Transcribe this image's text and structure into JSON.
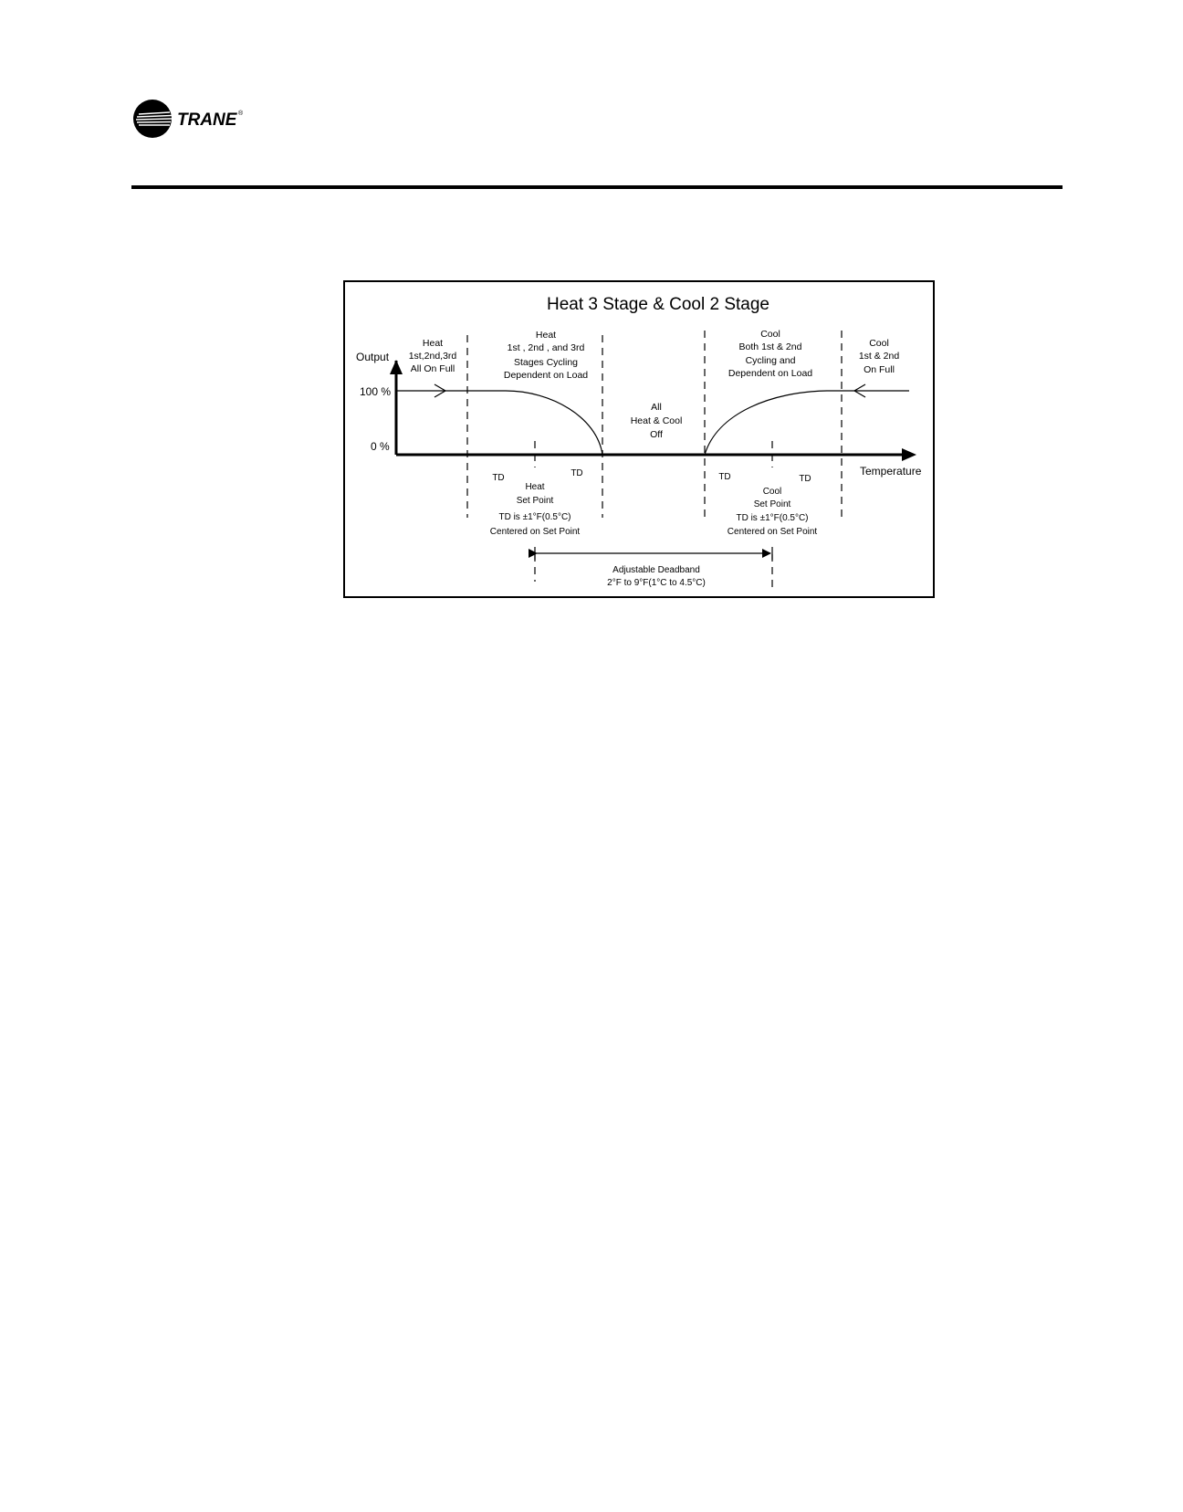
{
  "header": {
    "brand_name": "TRANE",
    "brand_mark": "®",
    "brand_color": "#000000"
  },
  "diagram": {
    "title": "Heat 3 Stage & Cool 2 Stage",
    "y_axis_label": "Output",
    "y_tick_100": "100 %",
    "y_tick_0": "0 %",
    "x_axis_label": "Temperature",
    "zone_heat_full": {
      "l1": "Heat",
      "l2": "1st,2nd,3rd",
      "l3": "All On Full"
    },
    "zone_heat_cycling": {
      "l1": "Heat",
      "l2": "1st , 2nd , and 3rd",
      "l3": "Stages Cycling",
      "l4": "Dependent on Load"
    },
    "zone_off": {
      "l1": "All",
      "l2": "Heat & Cool",
      "l3": "Off"
    },
    "zone_cool_cycling": {
      "l1": "Cool",
      "l2": "Both 1st & 2nd",
      "l3": "Cycling and",
      "l4": "Dependent on Load"
    },
    "zone_cool_full": {
      "l1": "Cool",
      "l2": "1st & 2nd",
      "l3": "On Full"
    },
    "td_label": "TD",
    "heat_setpoint": {
      "l1": "Heat",
      "l2": "Set Point",
      "l3": "TD is ±1°F(0.5°C)",
      "l4": "Centered on Set Point"
    },
    "cool_setpoint": {
      "l1": "Cool",
      "l2": "Set Point",
      "l3": "TD is ±1°F(0.5°C)",
      "l4": "Centered on Set Point"
    },
    "deadband": {
      "l1": "Adjustable Deadband",
      "l2": "2°F to 9°F(1°C to 4.5°C)"
    }
  }
}
